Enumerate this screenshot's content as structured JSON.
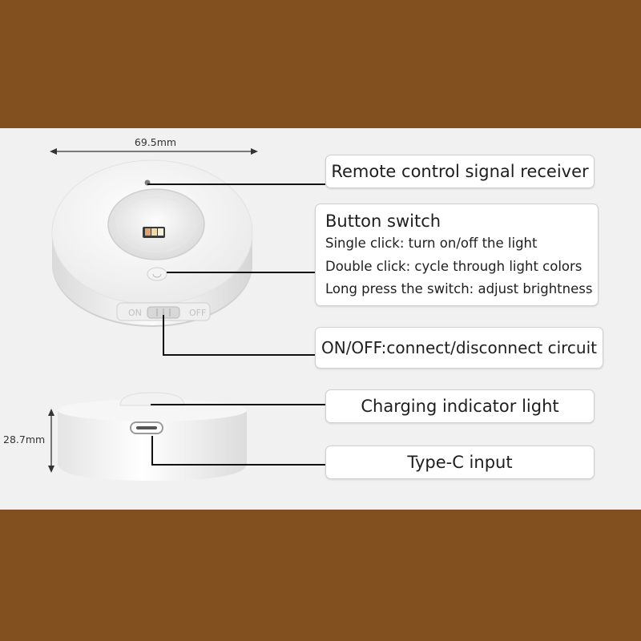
{
  "dimensions": {
    "width": "69.5mm",
    "height": "28.7mm"
  },
  "callouts": {
    "remote_receiver": "Remote control signal receiver",
    "button_switch": {
      "title": "Button switch",
      "lines": [
        "Single click: turn on/off the light",
        "Double click: cycle through light colors",
        "Long press the switch: adjust brightness"
      ]
    },
    "onoff": "ON/OFF:connect/disconnect circuit",
    "charging": "Charging indicator light",
    "typec": "Type-C input"
  },
  "slider_labels": {
    "on": "ON",
    "off": "OFF"
  },
  "colors": {
    "background": "#82501f",
    "panel": "#f1f1f1",
    "leader_line": "#111111",
    "box_border": "#d0d0d0",
    "text": "#1e1e1e"
  }
}
